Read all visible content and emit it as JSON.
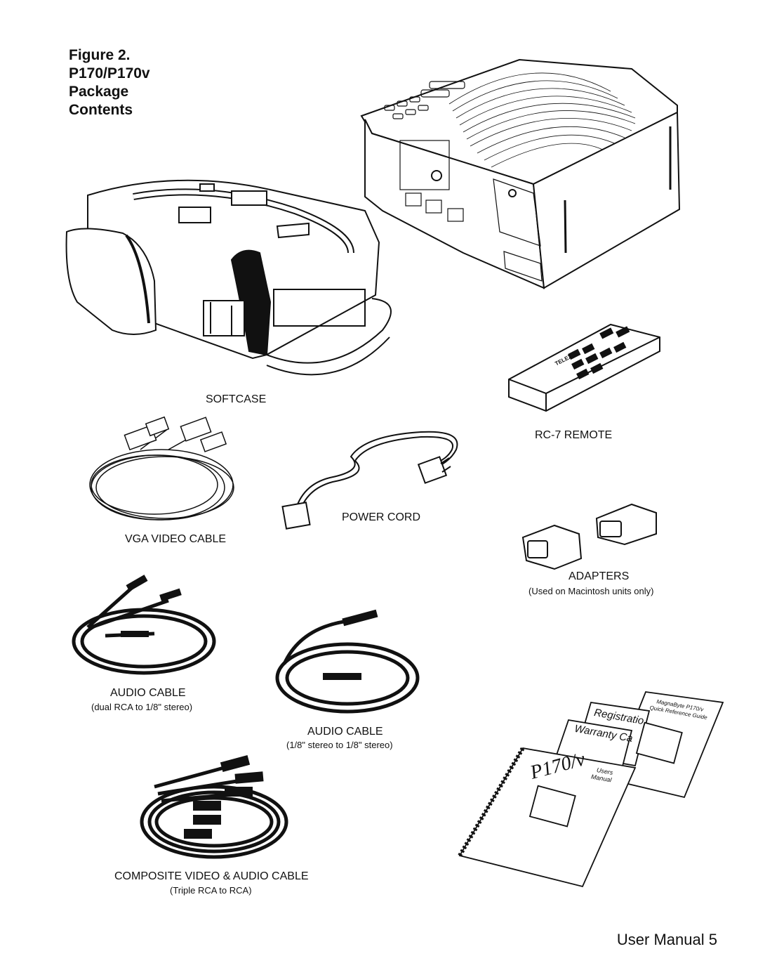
{
  "title": {
    "line1": "Figure 2.",
    "line2": "P170/P170v",
    "line3": "Package",
    "line4": "Contents"
  },
  "items": {
    "softcase": {
      "label": "SOFTCASE"
    },
    "remote": {
      "label": "RC-7 REMOTE",
      "brand": "TELEX"
    },
    "vga_cable": {
      "label": "VGA VIDEO CABLE"
    },
    "power_cord": {
      "label": "POWER CORD"
    },
    "adapters": {
      "label": "ADAPTERS",
      "note": "(Used on Macintosh units only)"
    },
    "audio_cable_rca": {
      "label": "AUDIO CABLE",
      "note": "(dual RCA to 1/8\" stereo)"
    },
    "audio_cable_stereo": {
      "label": "AUDIO CABLE",
      "note": "(1/8\" stereo to 1/8\" stereo)"
    },
    "composite_cable": {
      "label": "COMPOSITE VIDEO & AUDIO CABLE",
      "note": "(Triple RCA to RCA)"
    }
  },
  "documents": {
    "registration": "Registratio",
    "warranty": "Warranty Ca",
    "quick_ref_line1": "MagnaByte P170/v",
    "quick_ref_line2": "Quick Reference Guide",
    "manual_model": "P170/v",
    "manual_line1": "Users",
    "manual_line2": "Manual"
  },
  "footer": {
    "page": "User Manual 5"
  }
}
